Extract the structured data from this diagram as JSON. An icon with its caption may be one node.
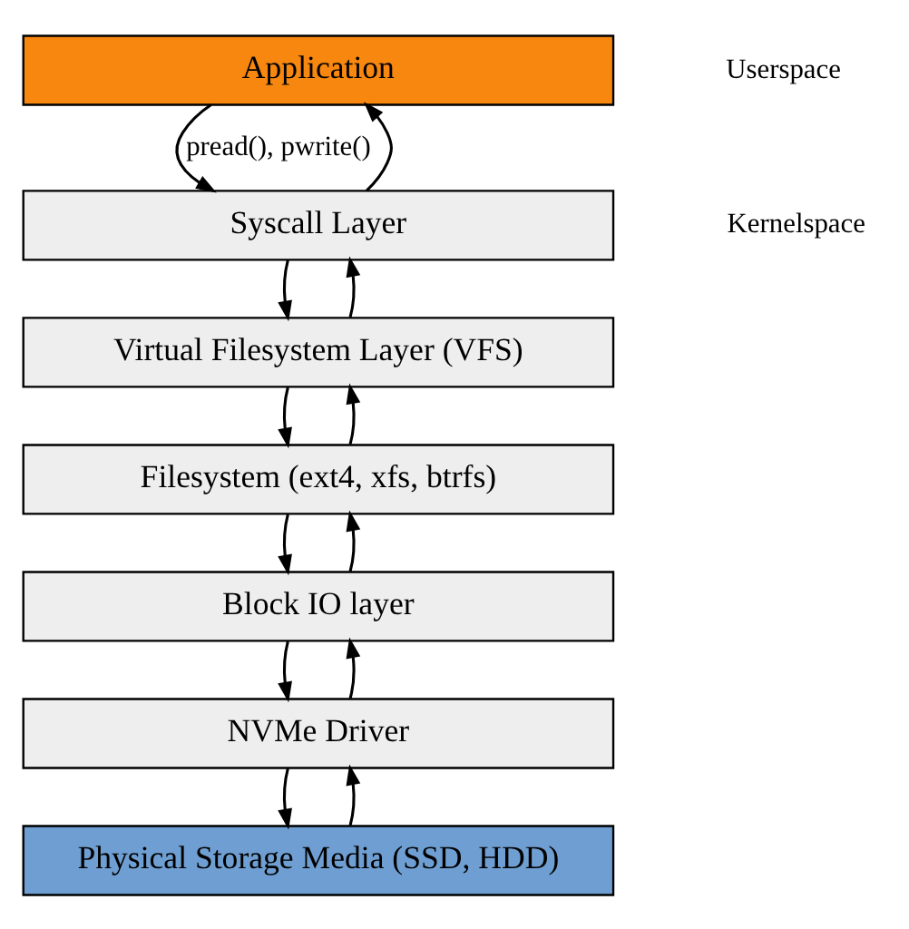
{
  "diagram": {
    "nodes": [
      {
        "text": [
          "Application"
        ]
      },
      {
        "text": [
          "Syscall Layer"
        ]
      },
      {
        "text": [
          "Virtual Filesystem Layer (VFS)"
        ]
      },
      {
        "text": [
          "Filesystem (ext4, xfs, btrfs)"
        ]
      },
      {
        "text": [
          "Block IO layer"
        ]
      },
      {
        "text": [
          "NVMe Driver"
        ]
      },
      {
        "text": [
          "Physical Storage Media (SSD, HDD)"
        ]
      }
    ],
    "edges": [
      {
        "from": 0,
        "to": 1,
        "arrow": "to",
        "label": "pread(), pwrite()"
      },
      {
        "from": 1,
        "to": 2,
        "arrow": "to"
      },
      {
        "from": 2,
        "to": 3,
        "arrow": "to"
      },
      {
        "from": 3,
        "to": 4,
        "arrow": "to"
      },
      {
        "from": 4,
        "to": 5,
        "arrow": "to"
      },
      {
        "from": 5,
        "to": 6,
        "arrow": "to"
      },
      {
        "from": 6,
        "to": 5,
        "arrow": "to"
      },
      {
        "from": 5,
        "to": 4,
        "arrow": "to"
      },
      {
        "from": 4,
        "to": 3,
        "arrow": "to"
      },
      {
        "from": 3,
        "to": 2,
        "arrow": "to"
      },
      {
        "from": 2,
        "to": 1,
        "arrow": "to"
      },
      {
        "from": 1,
        "to": 0,
        "arrow": "to"
      }
    ],
    "labels": [
      "Userspace",
      "Kernelspace"
    ]
  }
}
